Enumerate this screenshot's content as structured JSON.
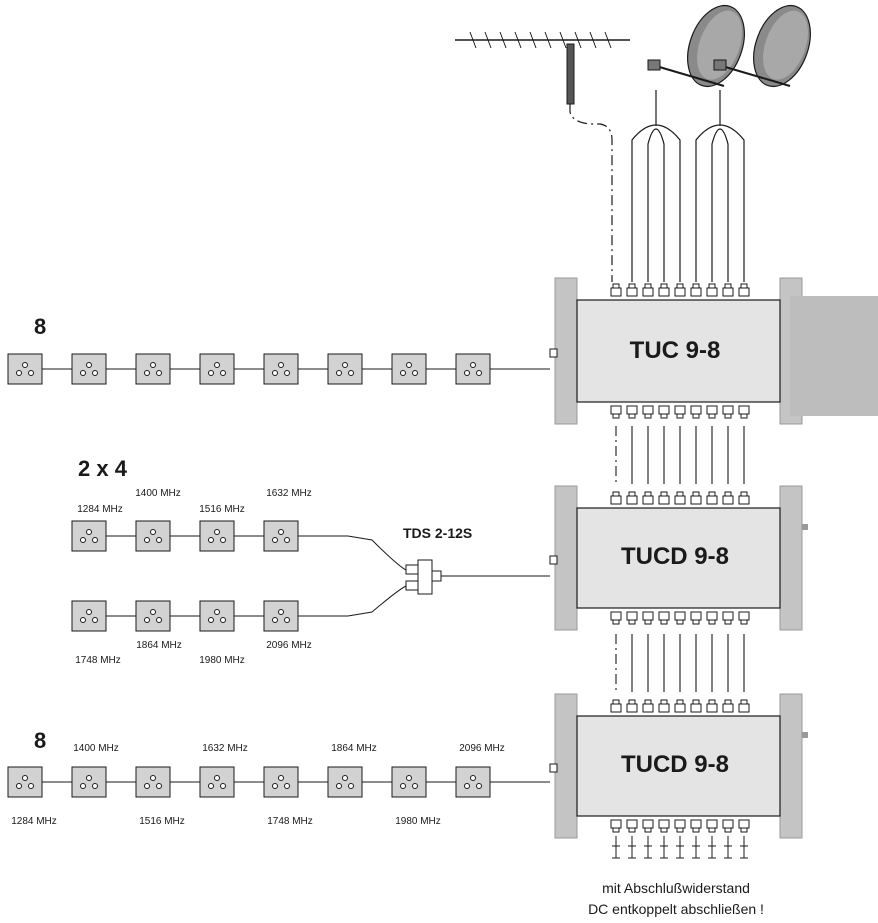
{
  "units": [
    {
      "name": "TUC 9-8"
    },
    {
      "name": "TUCD 9-8"
    },
    {
      "name": "TUCD 9-8"
    }
  ],
  "splitter": {
    "name": "TDS 2-12S"
  },
  "groups": [
    {
      "count": "8",
      "outlets": 8,
      "freq_top": [],
      "freq_bottom": []
    },
    {
      "count": "2 x 4",
      "row1": {
        "outlets": 4,
        "freqs": [
          "1284 MHz",
          "1400 MHz",
          "1516 MHz",
          "1632 MHz"
        ]
      },
      "row2": {
        "outlets": 4,
        "freqs": [
          "1748 MHz",
          "1864 MHz",
          "1980 MHz",
          "2096 MHz"
        ]
      }
    },
    {
      "count": "8",
      "outlets": 8,
      "freq_top": [
        "1400 MHz",
        "1632 MHz",
        "1864 MHz",
        "2096 MHz"
      ],
      "freq_bottom": [
        "1284 MHz",
        "1516 MHz",
        "1748 MHz",
        "1980 MHz"
      ]
    }
  ],
  "note": {
    "line1": "mit Abschlußwiderstand",
    "line2": "DC entkoppelt abschließen !"
  },
  "icons": {
    "antenna": "terrestrial-antenna-icon",
    "dish": "satellite-dish-icon",
    "outlet": "wall-outlet-icon",
    "terminator": "terminator-icon",
    "connector": "f-connector-icon"
  },
  "colors": {
    "unit_body": "#e4e4e4",
    "unit_flange": "#c4c4c4",
    "outlet_fill": "#d2d2d2",
    "stroke": "#1a1a1a",
    "dish": "#8a8a8a"
  }
}
